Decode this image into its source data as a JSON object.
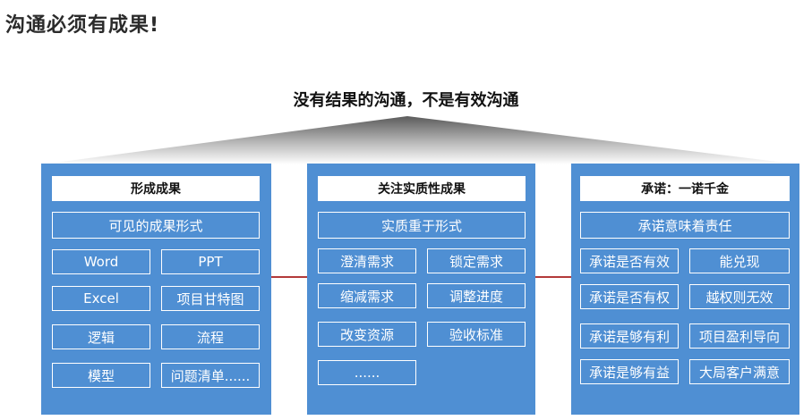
{
  "page_title": "沟通必须有成果!",
  "subtitle": "没有结果的沟通，不是有效沟通",
  "colors": {
    "panel": "#4f8fd3",
    "connector": "#b33a3a",
    "roof_start": "#5b5b5b"
  },
  "panels": [
    {
      "title": "形成成果",
      "subtitle": "可见的成果形式",
      "items": [
        "Word",
        "PPT",
        "Excel",
        "项目甘特图",
        "逻辑",
        "流程",
        "模型",
        "问题清单......"
      ]
    },
    {
      "title": "关注实质性成果",
      "subtitle": "实质重于形式",
      "items": [
        "澄清需求",
        "锁定需求",
        "缩减需求",
        "调整进度",
        "改变资源",
        "验收标准",
        "......"
      ]
    },
    {
      "title": "承诺：一诺千金",
      "subtitle": "承诺意味着责任",
      "items": [
        "承诺是否有效",
        "能兑现",
        "承诺是否有权",
        "越权则无效",
        "承诺是够有利",
        "项目盈利导向",
        "承诺是够有益",
        "大局客户满意"
      ]
    }
  ]
}
